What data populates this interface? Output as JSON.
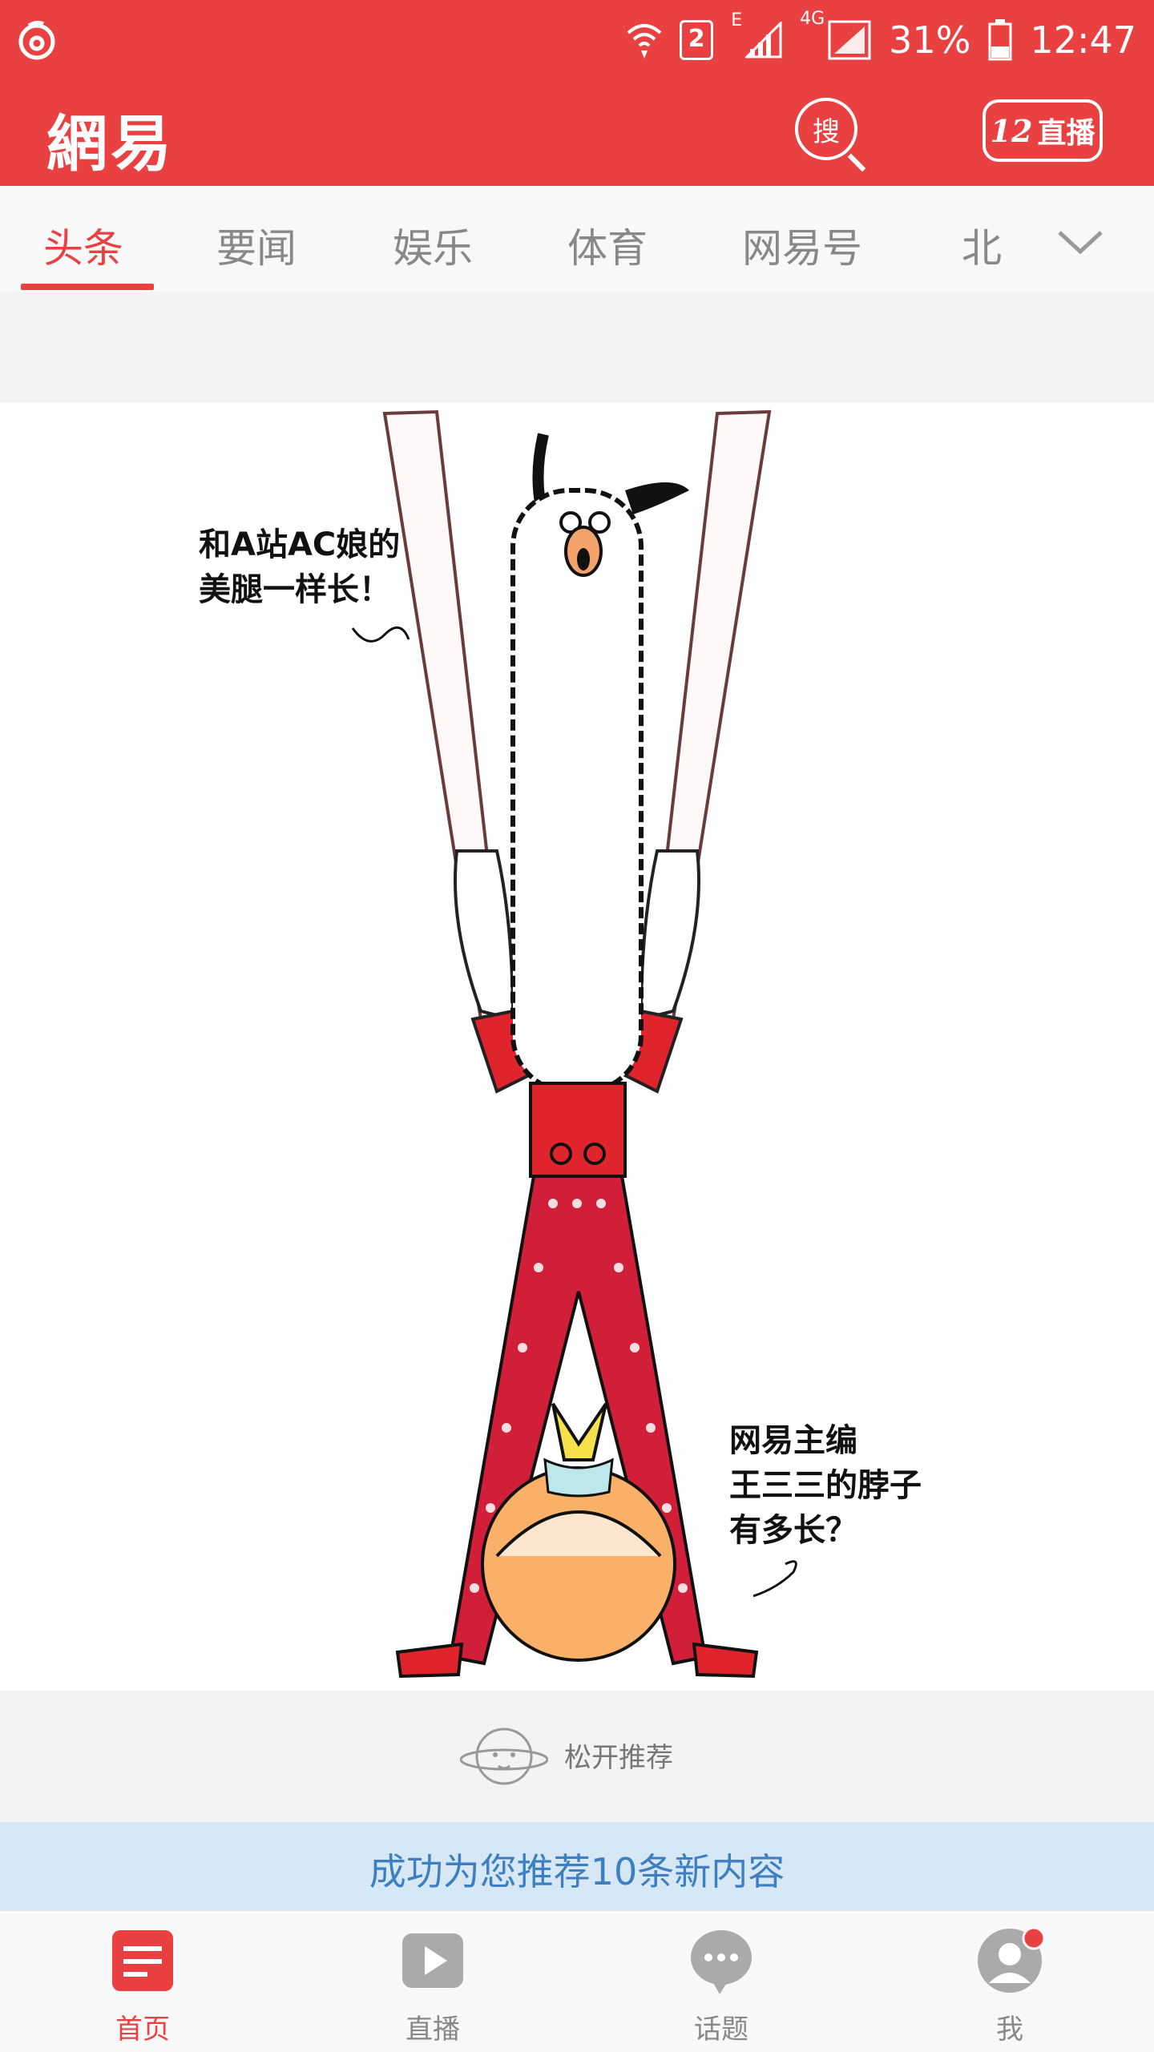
{
  "status_bar": {
    "sim_slot": "2",
    "network_e": "E",
    "network_4g": "4G",
    "battery": "31%",
    "time": "12:47"
  },
  "header": {
    "brand": "網易",
    "search_label": "搜",
    "live_count": "12",
    "live_label": "直播"
  },
  "tabs": [
    {
      "label": "头条",
      "active": true
    },
    {
      "label": "要闻"
    },
    {
      "label": "娱乐"
    },
    {
      "label": "体育"
    },
    {
      "label": "网易号"
    },
    {
      "label": "北"
    }
  ],
  "illustration": {
    "bubble_left_line1": "和A站AC娘的",
    "bubble_left_line2": "美腿一样长！",
    "bubble_right_line1": "网易主编",
    "bubble_right_line2": "王三三的脖子",
    "bubble_right_line3": "有多长？"
  },
  "refresh": {
    "release_text": "松开推荐"
  },
  "banner": {
    "text": "成功为您推荐10条新内容"
  },
  "bottom_nav": [
    {
      "label": "首页",
      "icon": "home-doc-icon",
      "active": true
    },
    {
      "label": "直播",
      "icon": "play-icon"
    },
    {
      "label": "话题",
      "icon": "chat-bubble-icon"
    },
    {
      "label": "我",
      "icon": "user-icon",
      "badge": true
    }
  ],
  "colors": {
    "brand_red": "#e94141",
    "banner_bg": "#d6e8f6",
    "banner_text": "#3d7fc1"
  }
}
